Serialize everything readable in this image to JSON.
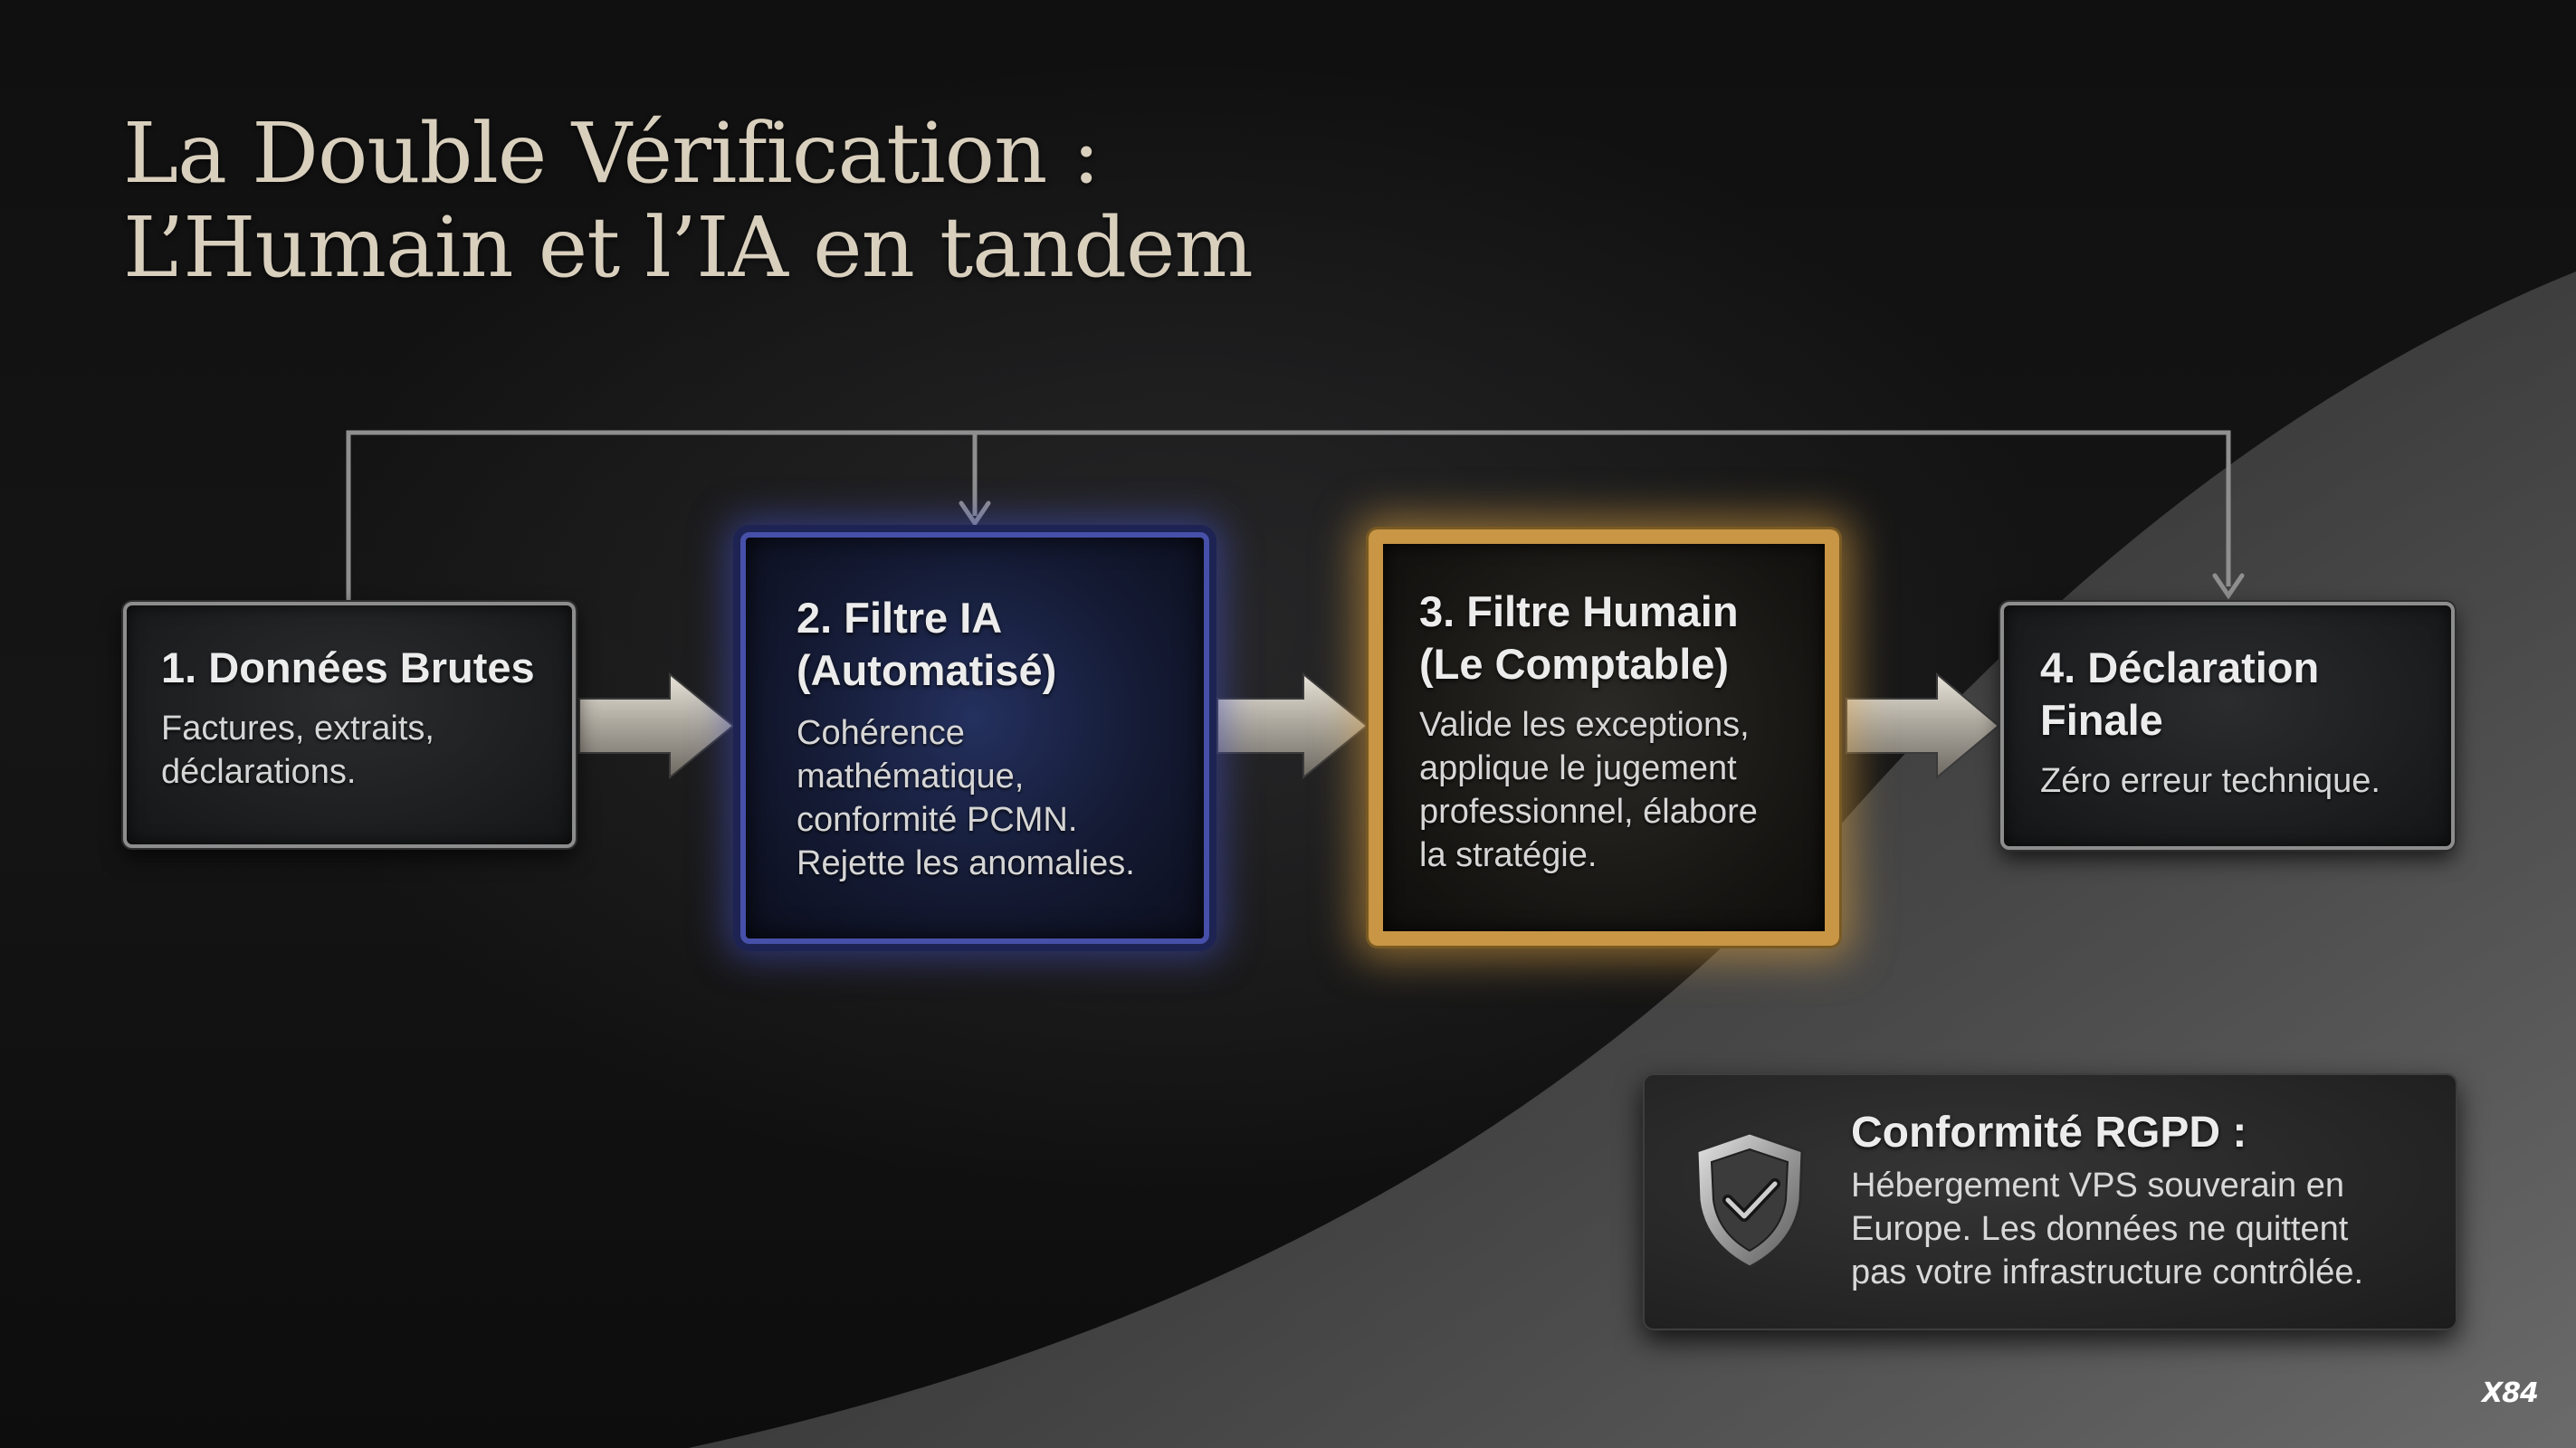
{
  "title": {
    "line1": "La Double Vérification :",
    "line2": "L’Humain et l’IA en tandem"
  },
  "steps": [
    {
      "heading": "1. Données Brutes",
      "body": "Factures, extraits, déclarations."
    },
    {
      "heading_line1": "2. Filtre IA",
      "heading_line2": "(Automatisé)",
      "body_lines": [
        "Cohérence",
        "mathématique,",
        "conformité PCMN.",
        "Rejette les anomalies."
      ]
    },
    {
      "heading_line1": "3. Filtre Humain",
      "heading_line2": "(Le Comptable)",
      "body_lines": [
        "Valide les exceptions,",
        "applique le jugement",
        "professionnel, élabore",
        "la stratégie."
      ]
    },
    {
      "heading_line1": "4. Déclaration",
      "heading_line2": "Finale",
      "body": "Zéro erreur technique."
    }
  ],
  "rgpd": {
    "heading": "Conformité RGPD :",
    "body_lines": [
      "Hébergement VPS souverain en",
      "Europe. Les données ne quittent",
      "pas votre infrastructure contrôlée."
    ]
  },
  "brand": {
    "logo_text": "X84"
  },
  "colors": {
    "ai_accent": "#4650a8",
    "human_accent": "#c89645",
    "title": "#d9cfbd"
  },
  "icons": {
    "rgpd": "shield-check-icon",
    "arrows": "arrow-right-icon"
  }
}
